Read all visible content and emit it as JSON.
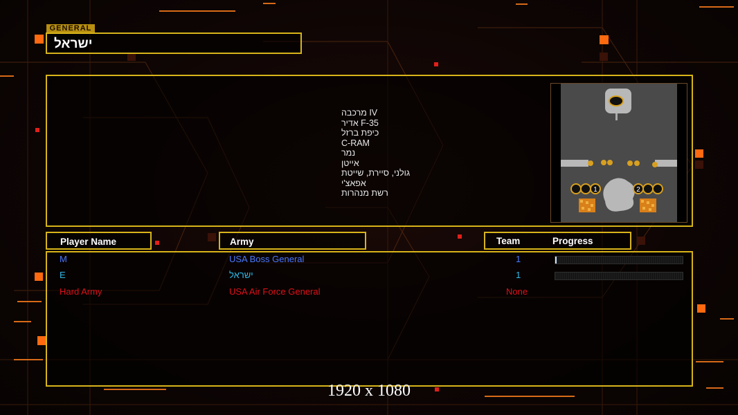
{
  "general": {
    "label": "GENERAL",
    "name": "ישראל"
  },
  "units": [
    "מרכבה IV",
    "אדיר F-35",
    "כיפת ברזל",
    "C-RAM",
    "נמר",
    "אייטן",
    "גולני, סיירת, שייטת",
    "אפאצ'י",
    "רשת מנהרות"
  ],
  "minimap": {
    "slot_labels": [
      "1",
      "2"
    ],
    "ground_color": "#4a4a4a",
    "border_color": "#1a1a1a"
  },
  "headers": {
    "player_name": "Player Name",
    "army": "Army",
    "team": "Team",
    "progress": "Progress"
  },
  "players": [
    {
      "name": "M",
      "army": "USA Boss General",
      "team": "1",
      "progress": 0.01,
      "name_color": "#4a78ff",
      "army_color": "#4a78ff",
      "team_color": "#4a78ff"
    },
    {
      "name": "E",
      "army": "ישראל",
      "team": "1",
      "progress": 0,
      "name_color": "#2fb8e8",
      "army_color": "#2fb8e8",
      "team_color": "#2fb8e8"
    },
    {
      "name": "Hard Army",
      "army": "USA Air Force General",
      "team": "None",
      "progress": null,
      "name_color": "#e0101a",
      "army_color": "#e0101a",
      "team_color": "#e0101a"
    }
  ],
  "resolution": "1920 x 1080",
  "colors": {
    "frame_border": "#d8b41a",
    "accent_orange": "#ff6a10"
  }
}
